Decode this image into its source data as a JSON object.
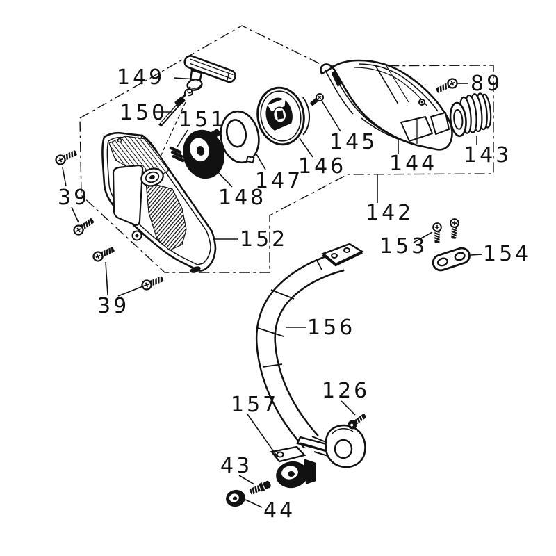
{
  "diagram": {
    "background_color": "#ffffff",
    "ink_color": "#111111",
    "callouts": {
      "c39": "39",
      "c43": "43",
      "c44": "44",
      "c89": "89",
      "c126": "126",
      "c142": "142",
      "c143": "143",
      "c144": "144",
      "c145": "145",
      "c146": "146",
      "c147": "147",
      "c148": "148",
      "c149": "149",
      "c150": "150",
      "c151": "151",
      "c152": "152",
      "c153": "153",
      "c154": "154",
      "c156": "156",
      "c157": "157"
    }
  }
}
